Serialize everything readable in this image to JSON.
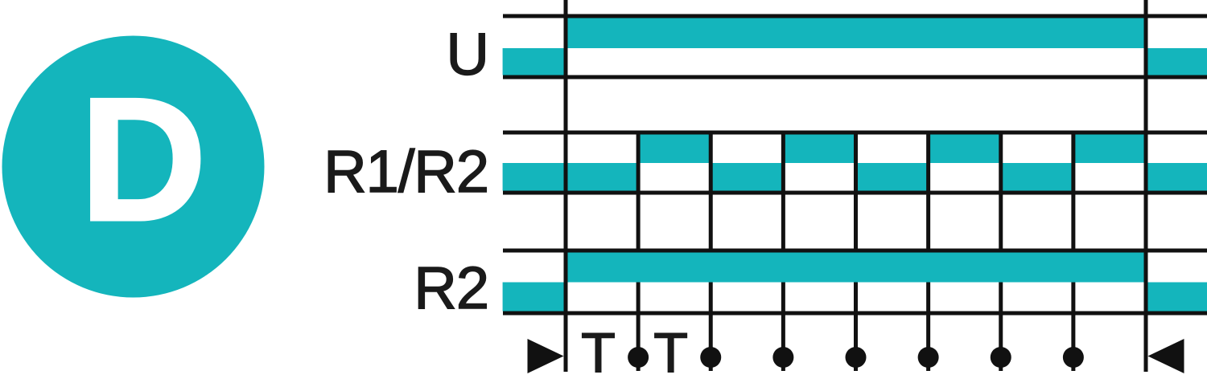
{
  "badge": {
    "letter": "D"
  },
  "colors": {
    "teal": "#14B5BC",
    "line": "#111111",
    "text": "#1A1A1A",
    "badge_letter": "#FFFFFF",
    "background": "#FFFFFF"
  },
  "chart_data": {
    "type": "timing-diagram",
    "x_unit": "T",
    "periods": 8,
    "x_window": {
      "from": -0.87,
      "to": 8.85
    },
    "axis": {
      "start_marker": "right-pointing-triangle",
      "end_marker": "left-pointing-triangle",
      "interval_labels": [
        {
          "at_interval": 0,
          "label": "T"
        },
        {
          "at_interval": 1,
          "label": "T"
        }
      ],
      "dot_ticks_at": [
        1,
        2,
        3,
        4,
        5,
        6,
        7
      ]
    },
    "signals": [
      {
        "label": "U",
        "segments": [
          {
            "from": -0.87,
            "to": 0,
            "level": 0
          },
          {
            "from": 0,
            "to": 8,
            "level": 1
          },
          {
            "from": 8,
            "to": 8.85,
            "level": 0
          }
        ]
      },
      {
        "label": "R1/R2",
        "segments": [
          {
            "from": -0.87,
            "to": 1,
            "level": 0
          },
          {
            "from": 1,
            "to": 2,
            "level": 1
          },
          {
            "from": 2,
            "to": 3,
            "level": 0
          },
          {
            "from": 3,
            "to": 4,
            "level": 1
          },
          {
            "from": 4,
            "to": 5,
            "level": 0
          },
          {
            "from": 5,
            "to": 6,
            "level": 1
          },
          {
            "from": 6,
            "to": 7,
            "level": 0
          },
          {
            "from": 7,
            "to": 8,
            "level": 1
          },
          {
            "from": 8,
            "to": 8.85,
            "level": 0
          }
        ]
      },
      {
        "label": "R2",
        "segments": [
          {
            "from": -0.87,
            "to": 0,
            "level": 0
          },
          {
            "from": 0,
            "to": 8,
            "level": 1
          },
          {
            "from": 8,
            "to": 8.85,
            "level": 0
          }
        ]
      }
    ]
  }
}
